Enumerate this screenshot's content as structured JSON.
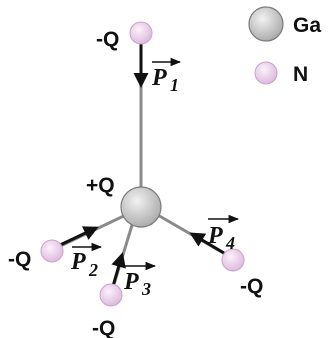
{
  "legend": {
    "ga_label": "Ga",
    "n_label": "N"
  },
  "atoms": {
    "center_charge": "+Q",
    "top_charge": "-Q",
    "left_charge": "-Q",
    "bottom_charge": "-Q",
    "right_charge": "-Q"
  },
  "vectors": [
    {
      "symbol": "P",
      "index": "1"
    },
    {
      "symbol": "P",
      "index": "2"
    },
    {
      "symbol": "P",
      "index": "3"
    },
    {
      "symbol": "P",
      "index": "4"
    }
  ],
  "colors": {
    "ga_atom": "#b5b5b5",
    "n_atom": "#e6c6e6",
    "bond": "#8a8a8a",
    "arrow": "#111111"
  }
}
